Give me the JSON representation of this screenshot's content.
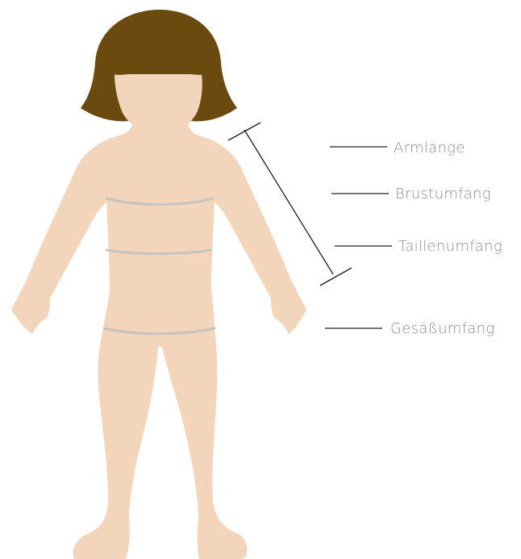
{
  "colors": {
    "background": "#ffffff",
    "skin": "#f3d5bb",
    "hair": "#6b4a0f",
    "measure_band": "#c6c3c0",
    "label_text": "#8f8f8f",
    "leader_line": "#222222",
    "arm_dimension_line": "#1f1f1f"
  },
  "labels": {
    "arm_length": "Armlänge",
    "chest": "Brustumfang",
    "waist": "Taillenumfang",
    "hip": "Gesäßumfang"
  }
}
